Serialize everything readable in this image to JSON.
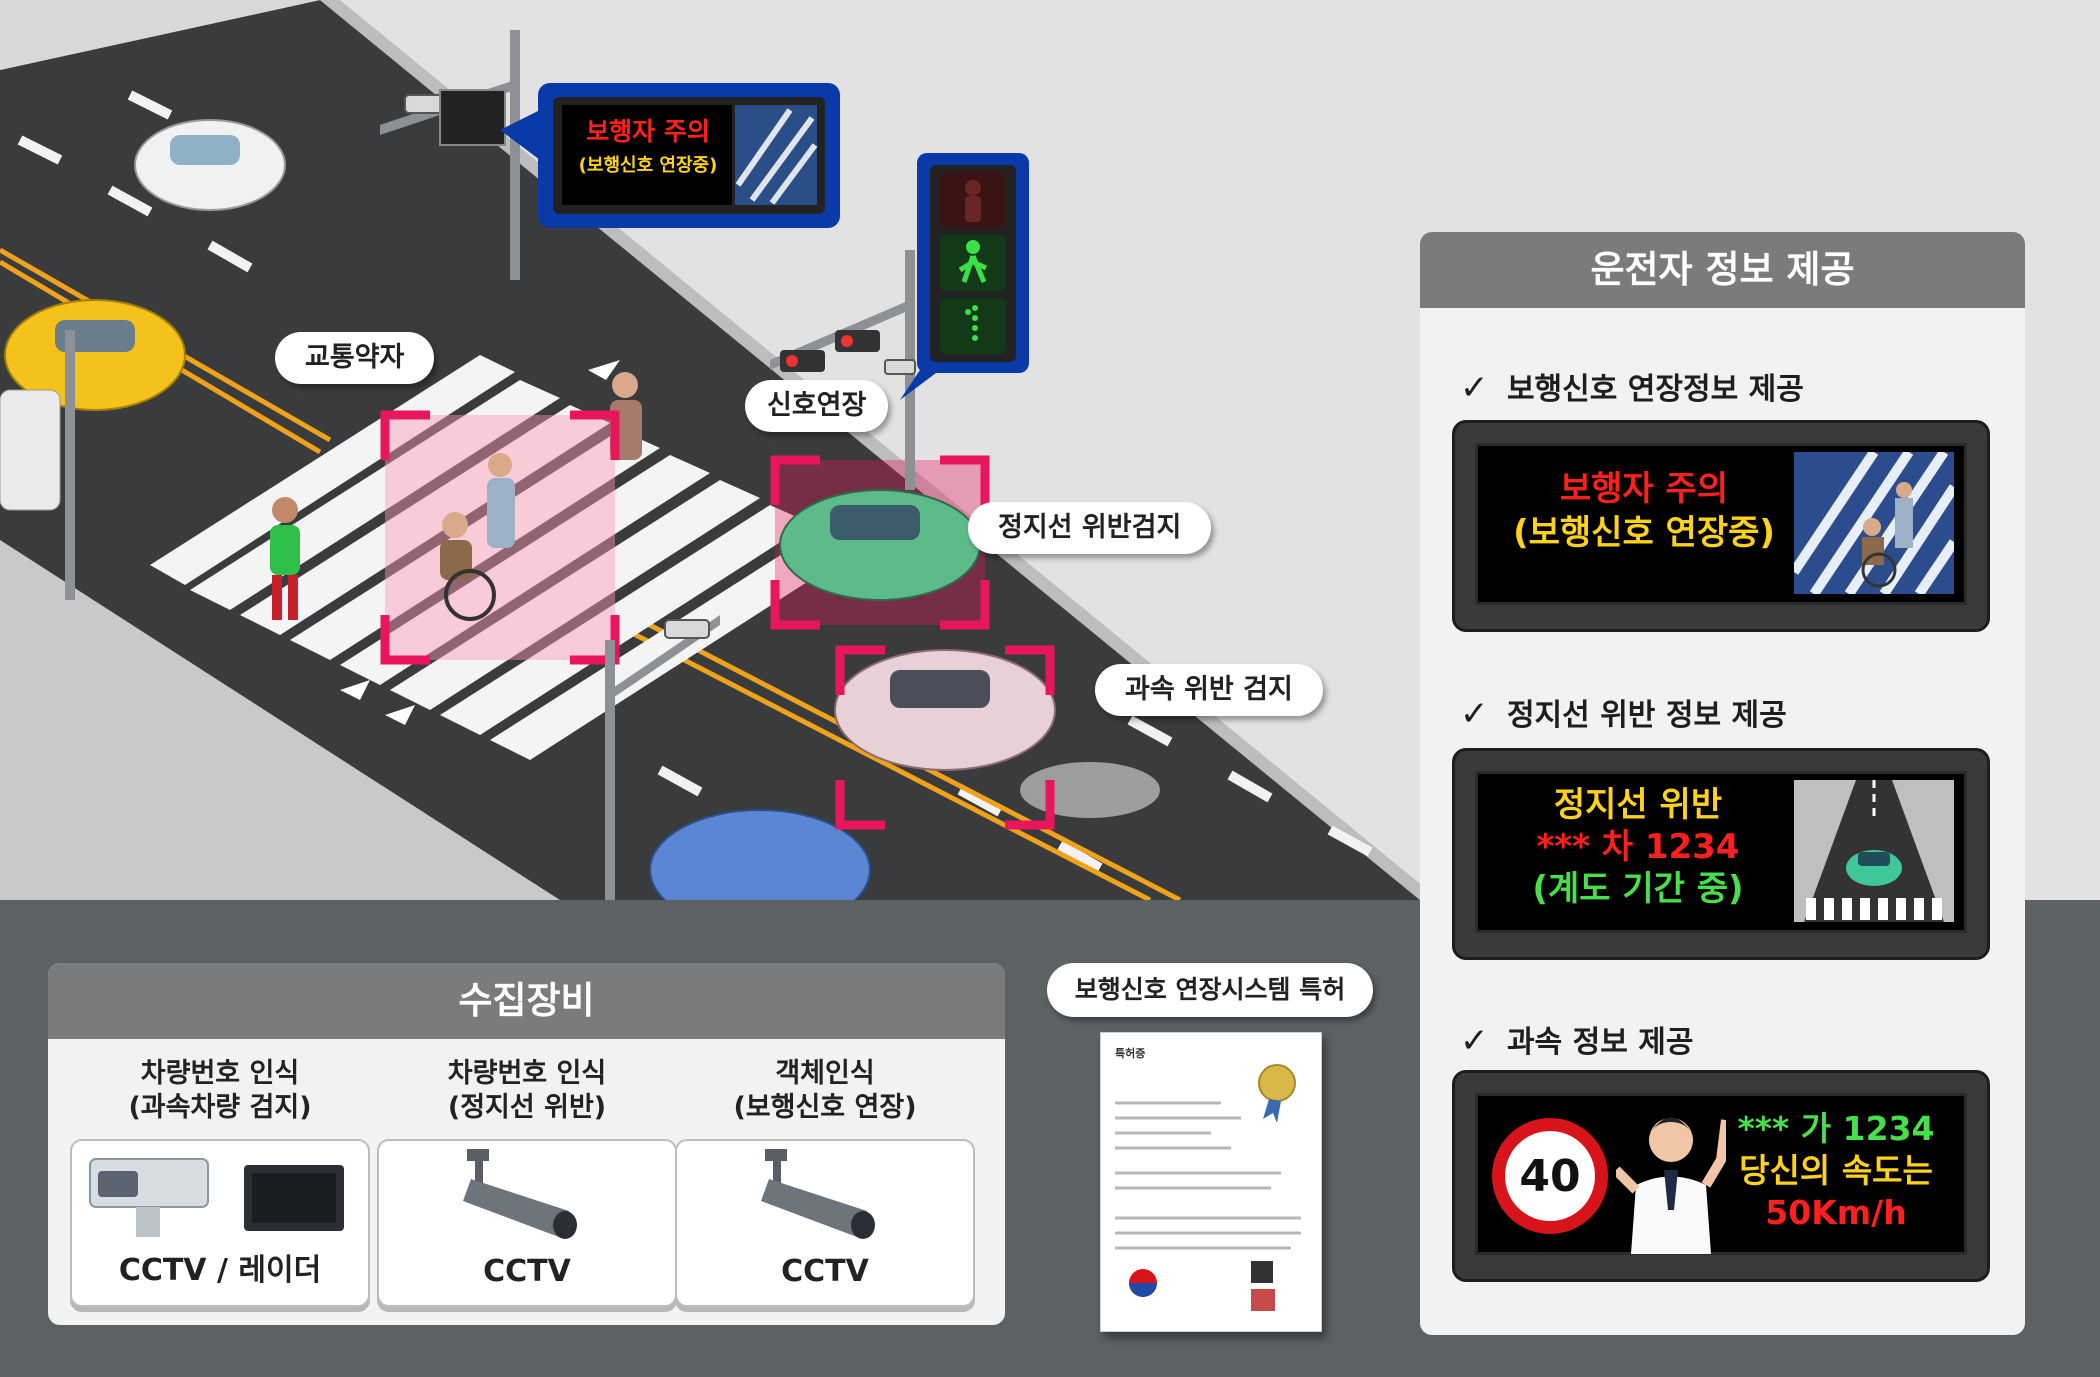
{
  "scene": {
    "roadside_sign": {
      "line1": "보행자 주의",
      "line2": "(보행신호 연장중)"
    },
    "callouts": {
      "vulnerable": "교통약자",
      "signal_extension": "신호연장",
      "stop_line": "정지선 위반검지",
      "speeding": "과속 위반 검지"
    }
  },
  "driver_panel": {
    "title": "운전자 정보 제공",
    "sections": [
      {
        "check": "✓",
        "title": "보행신호 연장정보 제공",
        "led_lines": [
          "보행자 주의",
          "(보행신호 연장중)"
        ]
      },
      {
        "check": "✓",
        "title": "정지선 위반 정보 제공",
        "led_lines": [
          "정지선 위반",
          "*** 차 1234",
          "(계도 기간 중)"
        ]
      },
      {
        "check": "✓",
        "title": "과속 정보 제공",
        "speed_limit": "40",
        "led_lines": [
          "*** 가 1234",
          "당신의 속도는",
          "50Km/h"
        ]
      }
    ]
  },
  "equipment_panel": {
    "title": "수집장비",
    "devices": [
      {
        "label_line1": "차량번호 인식",
        "label_line2": "(과속차량 검지)",
        "caption": "CCTV / 레이더"
      },
      {
        "label_line1": "차량번호 인식",
        "label_line2": "(정지선 위반)",
        "caption": "CCTV"
      },
      {
        "label_line1": "객체인식",
        "label_line2": "(보행신호 연장)",
        "caption": "CCTV"
      }
    ]
  },
  "patent": {
    "label": "보행신호 연장시스템 특허",
    "doc_title": "특허증"
  },
  "colors": {
    "highlight": "#e8175d",
    "panel_header": "#7a7b7c",
    "led_red": "#ff1f1f",
    "led_yellow": "#ffd21a",
    "led_green": "#48e04a",
    "sign_blue": "#0a3aa8"
  }
}
